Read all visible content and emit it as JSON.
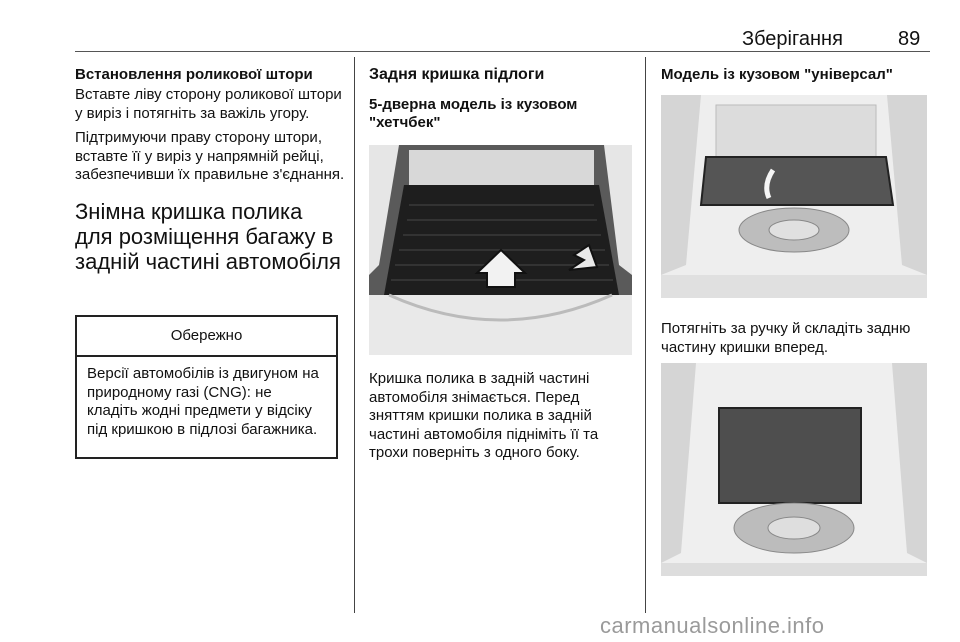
{
  "header": {
    "section": "Зберігання",
    "page_number": "89"
  },
  "left": {
    "sub1_title": "Встановлення роликової штори",
    "p1": "Вставте ліву сторону роликової штори у виріз і потягніть за важіль угору.",
    "p2": "Підтримуючи праву сторону штори, вставте її у виріз у напрямній рейці, забезпечивши їх правильне з'єднання.",
    "h2": "Знімна кришка полика для розміщення багажу в задній частині автомобіля",
    "caution_title": "Обережно",
    "caution_body": "Версії автомобілів із двигуном на природному газі (CNG): не кладіть жодні предмети у відсіку під кришкою в підлозі багажника."
  },
  "middle": {
    "title": "Задня кришка підлоги",
    "subtitle": "5-дверна модель із кузовом \"хетчбек\"",
    "p1": "Кришка полика в задній частині автомобіля знімається. Перед зняттям кришки полика в задній частині автомобіля підніміть її та трохи поверніть з одного боку."
  },
  "right": {
    "title": "Модель із кузовом \"універсал\"",
    "p1": "Потягніть за ручку й складіть задню частину кришки вперед."
  },
  "footer": {
    "watermark": "carmanualsonline.info"
  }
}
